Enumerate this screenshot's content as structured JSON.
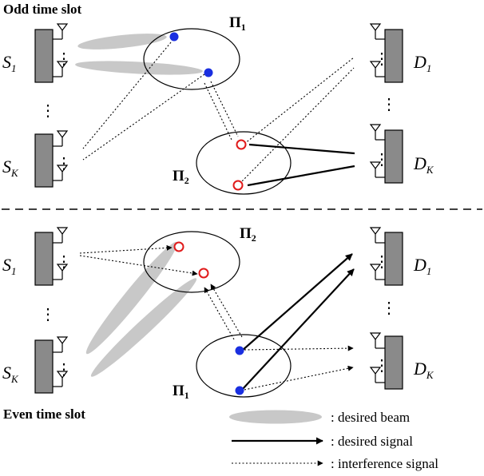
{
  "slots": {
    "odd_title": "Odd time slot",
    "even_title": "Even time slot"
  },
  "nodes": {
    "source_letter": "S",
    "dest_letter": "D",
    "first_index": "1",
    "last_index": "K",
    "ellipsis": "⋮"
  },
  "clusters": {
    "pi_symbol": "Π",
    "pi1_index": "1",
    "pi2_index": "2"
  },
  "legend": {
    "beam": ": desired beam",
    "signal": ": desired signal",
    "interference": ": interference signal"
  },
  "colors": {
    "relay_transmitting": "#1a2fe0",
    "relay_receiving": "#e01a1a",
    "beam": "#c8c8c8",
    "node_box": "#8a8a8a"
  }
}
